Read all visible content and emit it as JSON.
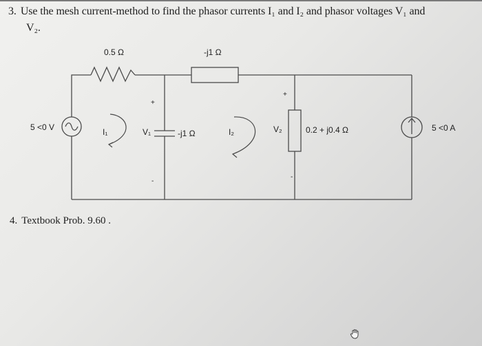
{
  "q3": {
    "number": "3.",
    "line1": "Use the mesh current-method to find the phasor currents I₁ and I₂ and phasor voltages V₁ and",
    "line2": "V₂."
  },
  "circuit": {
    "r1_label": "0.5 Ω",
    "zc_top_label": "-j1 Ω",
    "vs_label": "5 <0 V",
    "is_label": "5 <0 A",
    "i1_label": "I₁",
    "i2_label": "I₂",
    "v1_label": "V₁",
    "zc_mid_label": "-j1 Ω",
    "v2_label": "V₂",
    "zl_label": "0.2 + j0.4 Ω",
    "plus": "+",
    "minus": "-"
  },
  "q4": {
    "number": "4.",
    "text": "Textbook Prob. 9.60 ."
  }
}
